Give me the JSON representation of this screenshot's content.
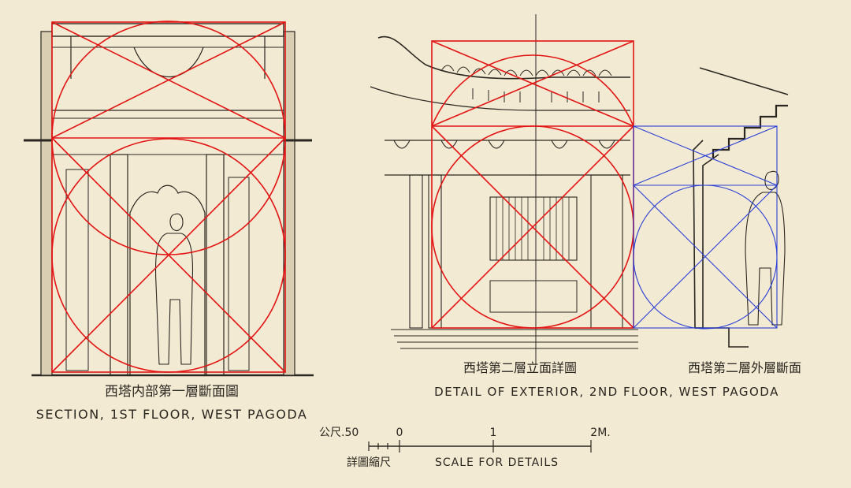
{
  "drawings": {
    "left": {
      "title_cn": "西塔内部第一層斷面圖",
      "title_en": "SECTION, 1ST FLOOR, WEST PAGODA"
    },
    "middle": {
      "title_cn": "西塔第二層立面詳圖",
      "title_en": "DETAIL OF EXTERIOR, 2ND FLOOR, WEST PAGODA"
    },
    "right": {
      "title_cn": "西塔第二層外層斷面"
    }
  },
  "scale_bar": {
    "ratio": "公尺.50",
    "ticks": [
      "0",
      "1",
      "2M."
    ],
    "label_cn": "詳圖縮尺",
    "label_en": "SCALE FOR DETAILS"
  },
  "overlay_colors": {
    "red": "#e31414",
    "blue": "#2a3fd6"
  }
}
